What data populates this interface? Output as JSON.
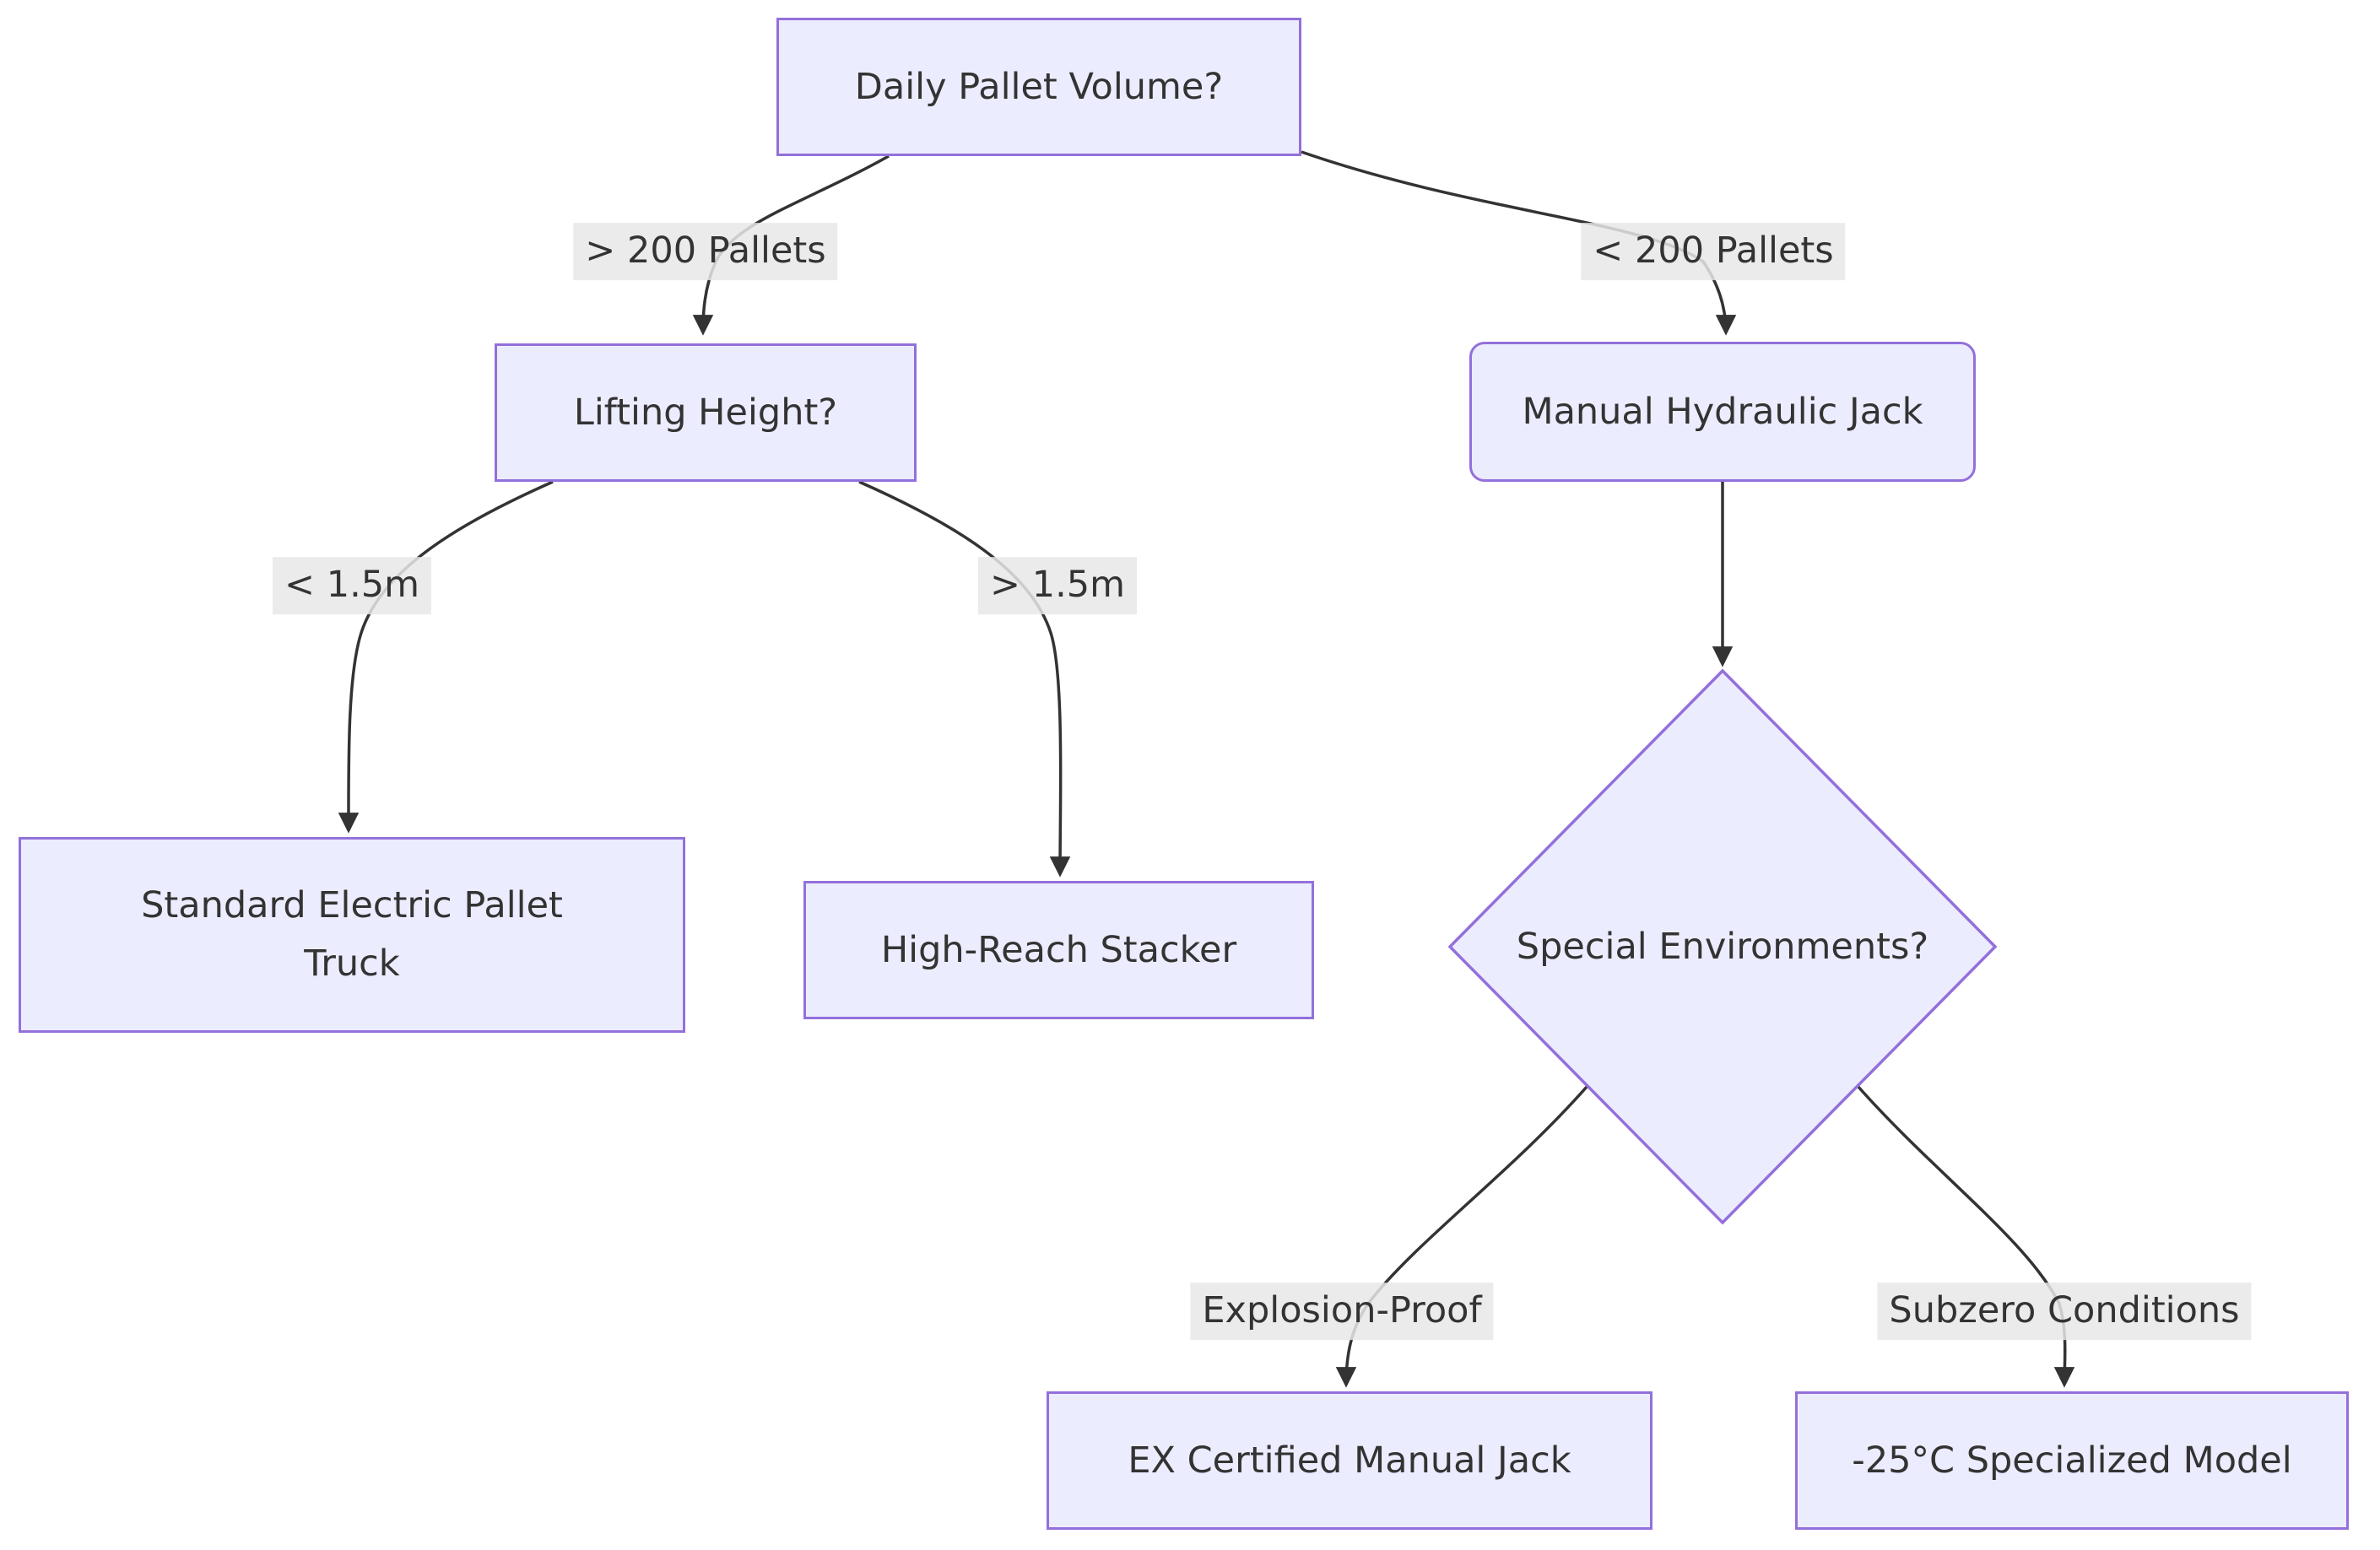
{
  "theme": {
    "background": "#ffffff",
    "node_fill": "#ECECFF",
    "node_border": "#9370DB",
    "edge_color": "#333333",
    "edge_label_bg": "#e8e8e8",
    "text_color": "#333333"
  },
  "diagram": {
    "type": "flowchart",
    "direction": "top-down",
    "nodes": {
      "root": {
        "label": "Daily Pallet Volume?",
        "shape": "rectangle"
      },
      "lifting": {
        "label": "Lifting Height?",
        "shape": "rectangle"
      },
      "manual": {
        "label": "Manual Hydraulic Jack",
        "shape": "rounded-rectangle"
      },
      "standard": {
        "label": "Standard Electric Pallet Truck",
        "shape": "rectangle"
      },
      "stacker": {
        "label": "High-Reach Stacker",
        "shape": "rectangle"
      },
      "special": {
        "label": "Special Environments?",
        "shape": "diamond"
      },
      "ex": {
        "label": "EX Certified Manual Jack",
        "shape": "rectangle"
      },
      "subzero": {
        "label": "-25°C Specialized Model",
        "shape": "rectangle"
      }
    },
    "edges": [
      {
        "from": "root",
        "to": "lifting",
        "label": "> 200 Pallets"
      },
      {
        "from": "root",
        "to": "manual",
        "label": "< 200 Pallets"
      },
      {
        "from": "lifting",
        "to": "standard",
        "label": "< 1.5m"
      },
      {
        "from": "lifting",
        "to": "stacker",
        "label": "> 1.5m"
      },
      {
        "from": "manual",
        "to": "special",
        "label": ""
      },
      {
        "from": "special",
        "to": "ex",
        "label": "Explosion-Proof"
      },
      {
        "from": "special",
        "to": "subzero",
        "label": "Subzero Conditions"
      }
    ]
  }
}
